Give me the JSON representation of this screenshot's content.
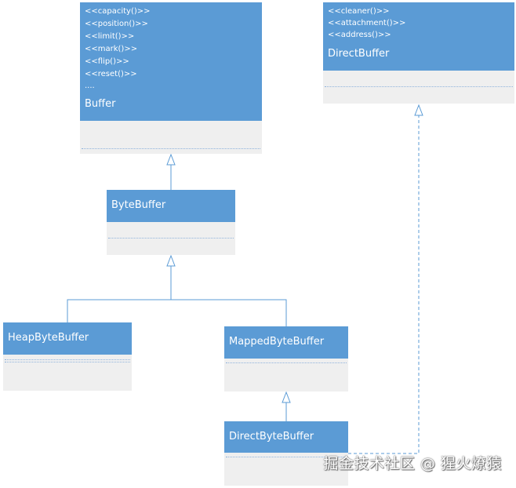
{
  "diagram": {
    "classes": {
      "buffer": {
        "name": "Buffer",
        "stereotypes": [
          "<<capacity()>>",
          "<<position()>>",
          "<<limit()>>",
          "<<mark()>>",
          "<<flip()>>",
          "<<reset()>>",
          "...."
        ]
      },
      "direct_buffer": {
        "name": "DirectBuffer",
        "stereotypes": [
          "<<cleaner()>>",
          "<<attachment()>>",
          "<<address()>>"
        ]
      },
      "byte_buffer": {
        "name": "ByteBuffer"
      },
      "heap_byte_buffer": {
        "name": "HeapByteBuffer"
      },
      "mapped_byte_buffer": {
        "name": "MappedByteBuffer"
      },
      "direct_byte_buffer": {
        "name": "DirectByteBuffer"
      }
    },
    "relations": [
      {
        "from": "byte_buffer",
        "to": "buffer",
        "kind": "generalization"
      },
      {
        "from": "heap_byte_buffer",
        "to": "byte_buffer",
        "kind": "generalization"
      },
      {
        "from": "mapped_byte_buffer",
        "to": "byte_buffer",
        "kind": "generalization"
      },
      {
        "from": "direct_byte_buffer",
        "to": "mapped_byte_buffer",
        "kind": "generalization"
      },
      {
        "from": "direct_byte_buffer",
        "to": "direct_buffer",
        "kind": "realization"
      }
    ],
    "colors": {
      "header": "#5b9bd5",
      "body": "#efefef",
      "line": "#5b9bd5"
    }
  },
  "watermark": {
    "text": "掘金技术社区 @ 猩火燎猿"
  }
}
